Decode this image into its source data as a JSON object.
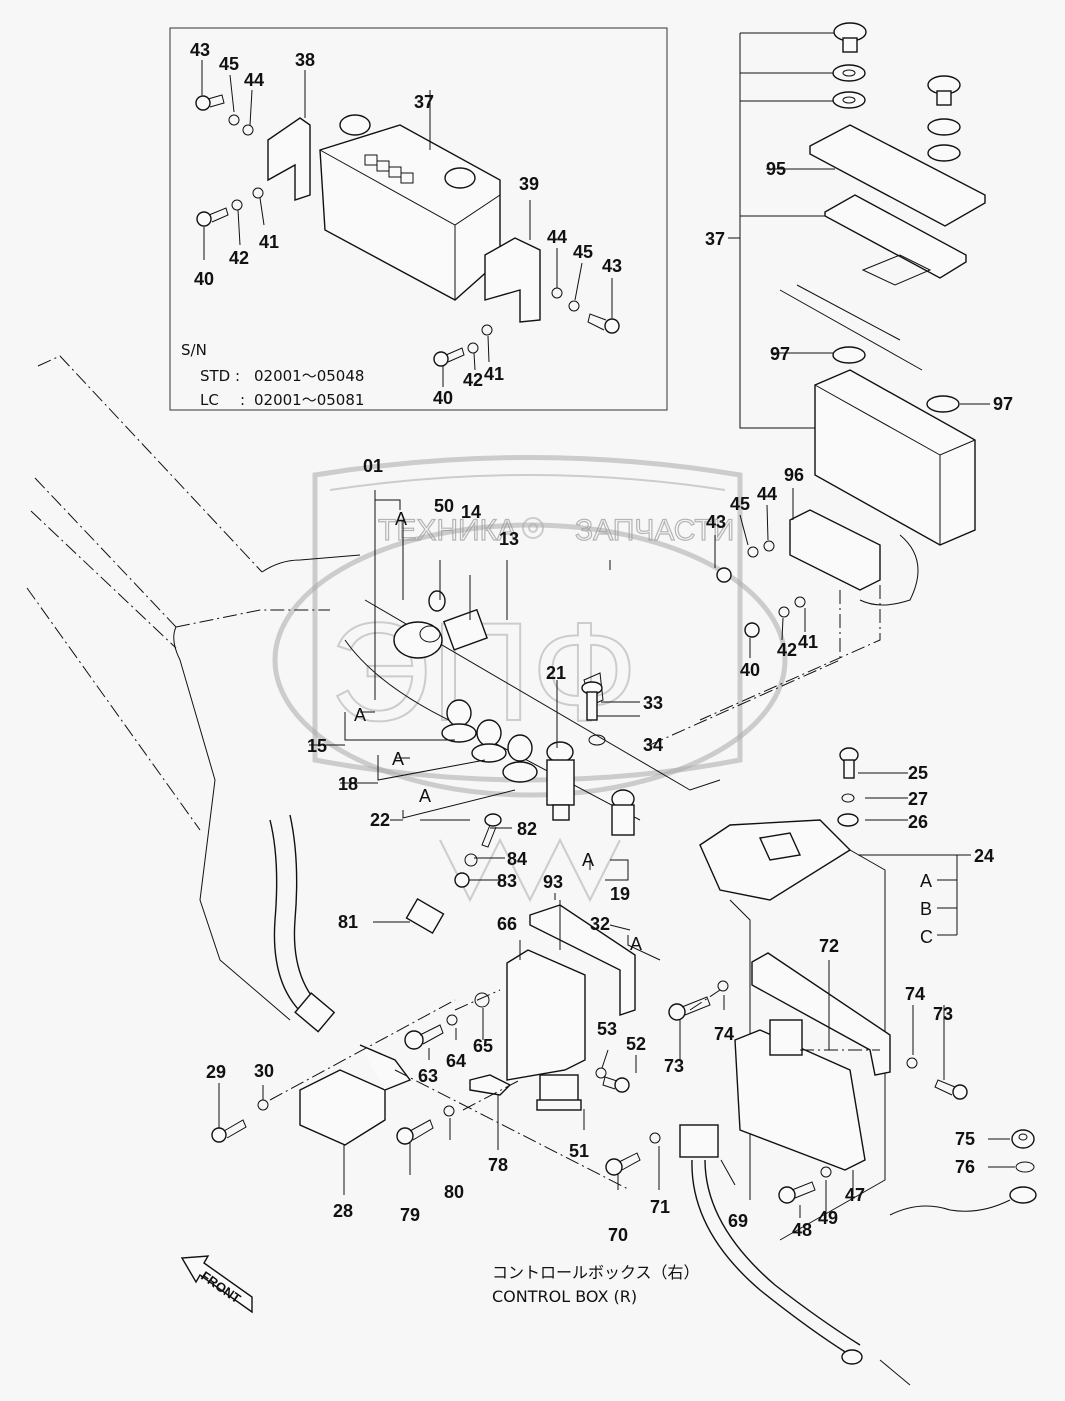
{
  "diagram": {
    "title_jp": "コントロールボックス（右）",
    "title_en": "CONTROL BOX (R)",
    "front_label": "FRONT",
    "watermark": {
      "text_left": "ТЕХНИКА",
      "text_right": "ЗАПЧАСТИ",
      "logo": "ЭПФ"
    },
    "inset": {
      "serial_heading": "S/N",
      "serial_rows": [
        {
          "model": "STD",
          "range": "02001～05048"
        },
        {
          "model": "LC",
          "range": "02001～05081"
        }
      ],
      "labels": [
        "43",
        "45",
        "44",
        "38",
        "37",
        "40",
        "42",
        "41",
        "39",
        "44",
        "45",
        "43",
        "40",
        "42",
        "41"
      ]
    },
    "callouts": {
      "p37": "37",
      "p95": "95",
      "p97a": "97",
      "p97b": "97",
      "p96": "96",
      "p43": "43",
      "p45": "45",
      "p44": "44",
      "p40": "40",
      "p42": "42",
      "p41": "41",
      "p01": "01",
      "pA1": "A",
      "p50": "50",
      "p14": "14",
      "p13": "13",
      "p21": "21",
      "p33": "33",
      "p34": "34",
      "p15": "15",
      "pA2": "A",
      "p18": "18",
      "pA3": "A",
      "p22": "22",
      "pA4": "A",
      "p82": "82",
      "p84": "84",
      "p83": "83",
      "p81": "81",
      "p93": "93",
      "pA5": "A",
      "p19": "19",
      "p25": "25",
      "p27": "27",
      "p26": "26",
      "p24": "24",
      "pA": "A",
      "pB": "B",
      "pC": "C",
      "p32": "32",
      "pA6": "A",
      "p66": "66",
      "p72": "72",
      "p74a": "74",
      "p74b": "74",
      "p73a": "73",
      "p73b": "73",
      "p30": "30",
      "p29": "29",
      "p63": "63",
      "p64": "64",
      "p65": "65",
      "p53": "53",
      "p52": "52",
      "p28": "28",
      "p79": "79",
      "p80": "80",
      "p78": "78",
      "p51": "51",
      "p71": "71",
      "p70": "70",
      "p69": "69",
      "p48": "48",
      "p49": "49",
      "p47": "47",
      "p75": "75",
      "p76": "76"
    }
  }
}
